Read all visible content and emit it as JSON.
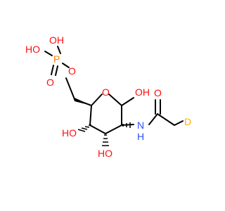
{
  "colors": {
    "oxygen": "#ff0d0d",
    "nitrogen": "#3050f8",
    "phosphorus": "#ff8000",
    "deuterium": "#ffb000",
    "bond": "#000000"
  },
  "labels": {
    "p_oh_left": "HO",
    "p_oh_top": "OH",
    "phosphorus": "P",
    "phosphoryl_o": "O",
    "ester_o": "O",
    "ring_o": "O",
    "anomeric_oh": "OH",
    "c4_oh": "HO",
    "c3_oh": "HO",
    "amide_n": "N",
    "amide_h": "H",
    "carbonyl_o": "O",
    "deuterium": "D"
  }
}
